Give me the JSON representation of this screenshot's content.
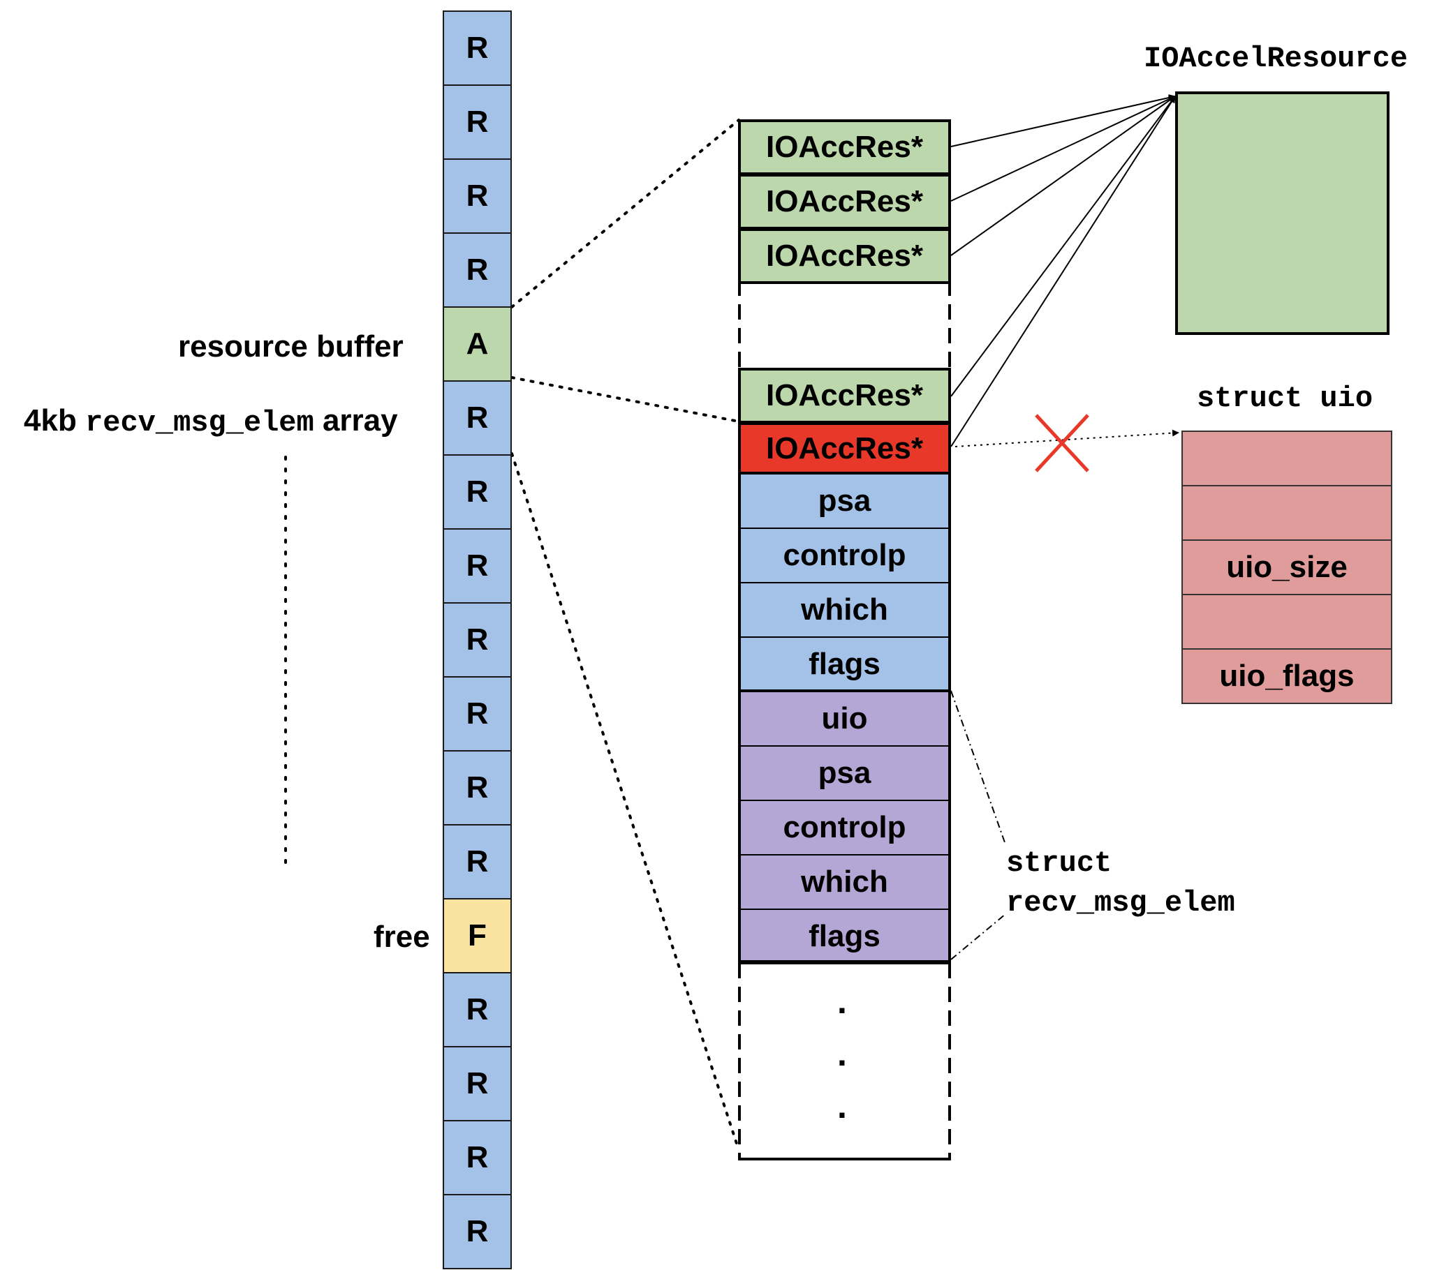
{
  "colors": {
    "blue": "#a4c2e8",
    "green": "#bcd7ac",
    "yellow": "#fae3a1",
    "red": "#e8382a",
    "purple": "#b4a7d6",
    "pink": "#df9c9b"
  },
  "left_labels": {
    "resource_buffer": "resource buffer",
    "array_prefix": "4kb",
    "array_type": "recv_msg_elem",
    "array_suffix": "array",
    "free": "free"
  },
  "array_cells": [
    "R",
    "R",
    "R",
    "R",
    "A",
    "R",
    "R",
    "R",
    "R",
    "R",
    "R",
    "R",
    "F",
    "R",
    "R",
    "R",
    "R"
  ],
  "detail": {
    "ptr_label": "IOAccRes*",
    "blue_fields": [
      "psa",
      "controlp",
      "which",
      "flags"
    ],
    "purple_fields": [
      "uio",
      "psa",
      "controlp",
      "which",
      "flags"
    ],
    "ellipsis": "."
  },
  "ioaccel": {
    "title": "IOAccelResource"
  },
  "uio": {
    "title": "struct uio",
    "fields": [
      "",
      "",
      "uio_size",
      "",
      "uio_flags"
    ]
  },
  "struct_label": {
    "line1": "struct",
    "line2": "recv_msg_elem"
  },
  "cross_icon": "x-mark-icon"
}
